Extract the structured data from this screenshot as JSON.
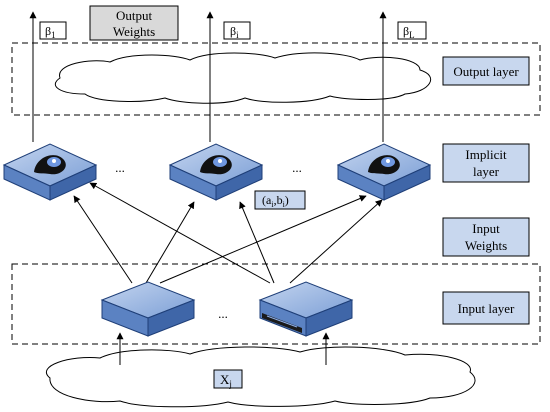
{
  "labels": {
    "output_weights_line1": "Output",
    "output_weights_line2": "Weights",
    "beta_1": "β",
    "beta_1_sub": "1",
    "beta_i": "β",
    "beta_i_sub": "i",
    "beta_L": "β",
    "beta_L_sub": "L",
    "output_layer": "Output layer",
    "implicit_layer_line1": "Implicit",
    "implicit_layer_line2": "layer",
    "input_weights_line1": "Input",
    "input_weights_line2": "Weights",
    "input_layer": "Input layer",
    "ai_bi_open": "(a",
    "ai_sub": "i",
    "ai_comma": ",b",
    "bi_sub": "i",
    "ai_close": ")",
    "x_main": "X",
    "x_sub": "j",
    "ellipsis": "..."
  },
  "colors": {
    "label_box_fill": "#c8d7ee",
    "node_top": "#9ab6e0",
    "node_side": "#3f66a8",
    "node_front": "#5b82c2",
    "output_weights_fill": "#d9d9d9"
  },
  "icons": {
    "implicit_node": "router-eye-icon",
    "input_node": "network-switch-icon"
  }
}
